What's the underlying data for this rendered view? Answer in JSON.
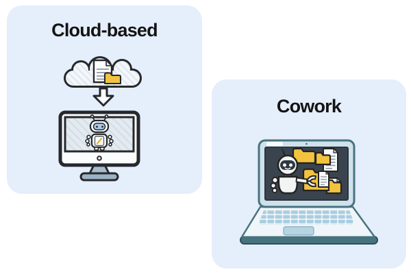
{
  "page": {
    "background": "#ffffff",
    "description": "Two illustrated comparison cards"
  },
  "cards": [
    {
      "id": "cloud-based",
      "title": "Cloud-based",
      "background": "#e5eefb",
      "illustration": {
        "name": "cloud-to-desktop",
        "elements": [
          "cloud-icon",
          "document-icon",
          "folder-icon",
          "down-arrow-icon",
          "desktop-monitor",
          "robot-with-document-icon"
        ]
      }
    },
    {
      "id": "cowork",
      "title": "Cowork",
      "background": "#e5eefb",
      "illustration": {
        "name": "laptop-robot-files",
        "elements": [
          "laptop",
          "robot-icon",
          "folder-icons",
          "document-icons",
          "keyboard",
          "trackpad"
        ]
      }
    }
  ],
  "colors": {
    "canvas_background": "#ffffff",
    "card_background": "#e5eefb",
    "title_text": "#141414",
    "outline_dark": "#26282b",
    "folder_yellow": "#f2c33f",
    "screen_dark": "#3a444e",
    "laptop_teal": "#47737f",
    "laptop_body": "#cfe1eb",
    "key_blue": "#a9cde1",
    "monitor_stand": "#9db4c6",
    "robot_white": "#f2f4f4",
    "robot_face_dark": "#2e3840",
    "robot_visor_blue": "#a9c9e6",
    "doc_line_gray": "#8d97a1"
  }
}
